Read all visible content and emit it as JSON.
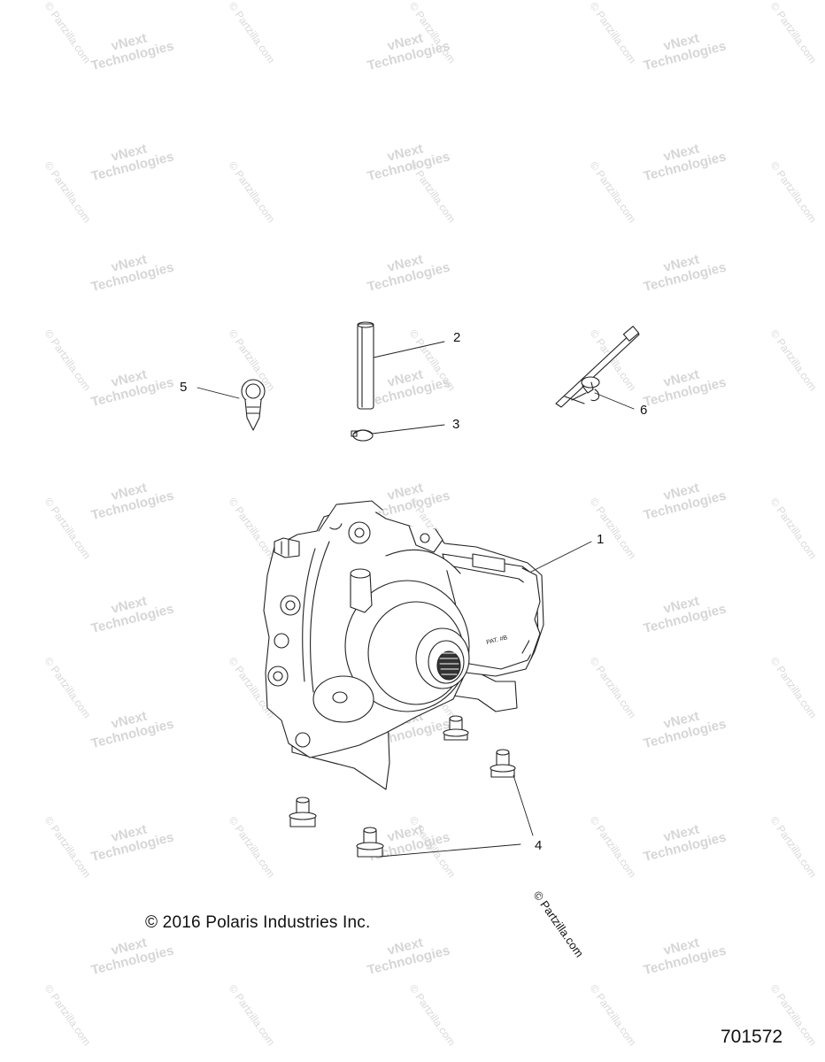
{
  "callouts": {
    "c1": "1",
    "c2": "2",
    "c3": "3",
    "c4": "4",
    "c5": "5",
    "c6": "6"
  },
  "copyright": "© 2016 Polaris Industries Inc.",
  "part_number": "701572",
  "housing_label": "PAT. #B",
  "watermarks": {
    "brand_line1": "vNext",
    "brand_line2": "Technologies",
    "site": "© Partzilla.com"
  }
}
